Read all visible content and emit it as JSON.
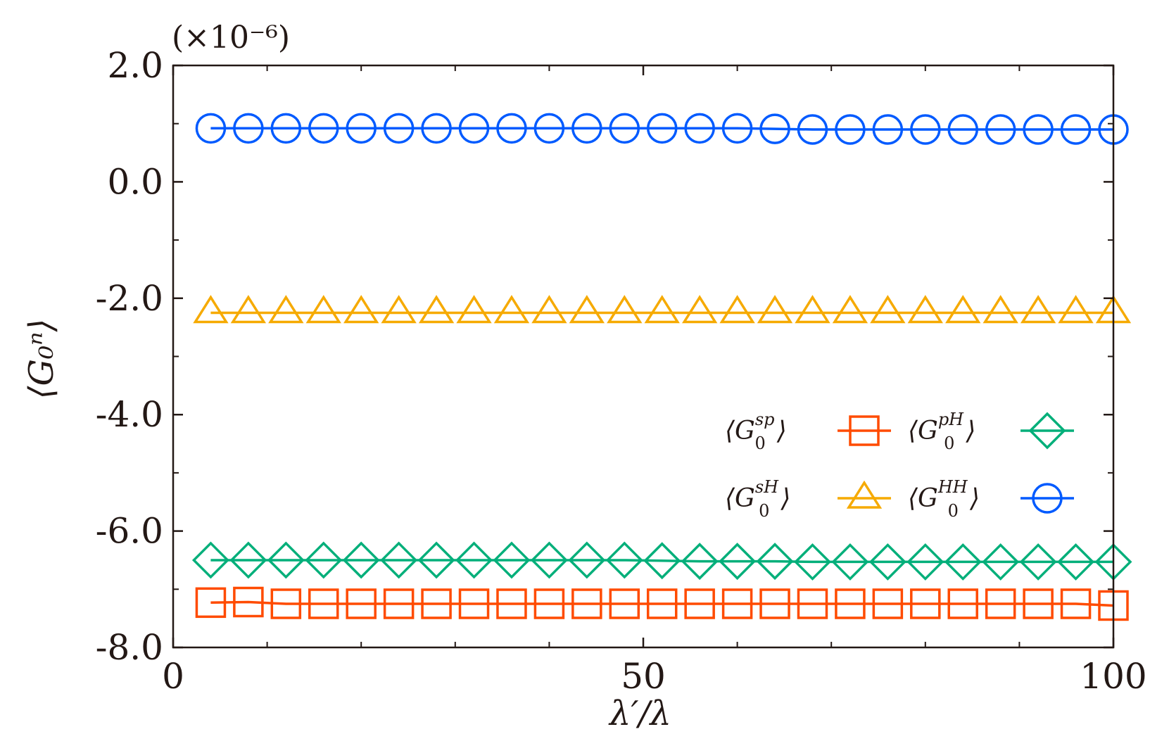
{
  "chart_data": {
    "type": "line",
    "title": "",
    "xlabel": "λ′/λ",
    "ylabel": "⟨G₀ⁿ⟩",
    "scale_label": "(×10⁻⁶)",
    "xlim": [
      0,
      100
    ],
    "ylim": [
      -8.0,
      2.0
    ],
    "xticks": [
      {
        "value": 0,
        "label": "0"
      },
      {
        "value": 50,
        "label": "50"
      },
      {
        "value": 100,
        "label": "100"
      }
    ],
    "yticks": [
      {
        "value": 2.0,
        "label": "2.0"
      },
      {
        "value": 0.0,
        "label": "0.0"
      },
      {
        "value": -2.0,
        "label": "-2.0"
      },
      {
        "value": -4.0,
        "label": "-4.0"
      },
      {
        "value": -6.0,
        "label": "-6.0"
      },
      {
        "value": -8.0,
        "label": "-8.0"
      }
    ],
    "x": [
      4,
      8,
      12,
      16,
      20,
      24,
      28,
      32,
      36,
      40,
      44,
      48,
      52,
      56,
      60,
      64,
      68,
      72,
      76,
      80,
      84,
      88,
      92,
      96,
      100
    ],
    "series": [
      {
        "name": "⟨G₀ˢᵖ⟩",
        "base": "G",
        "sup": "sp",
        "sub": "0",
        "marker": "square",
        "color": "#ff4b00",
        "values": [
          -7.23,
          -7.22,
          -7.25,
          -7.25,
          -7.25,
          -7.25,
          -7.25,
          -7.25,
          -7.25,
          -7.25,
          -7.25,
          -7.25,
          -7.25,
          -7.25,
          -7.25,
          -7.25,
          -7.25,
          -7.25,
          -7.25,
          -7.25,
          -7.25,
          -7.25,
          -7.25,
          -7.25,
          -7.28
        ]
      },
      {
        "name": "⟨G₀ᵖᴴ⟩",
        "base": "G",
        "sup": "pH",
        "sub": "0",
        "marker": "diamond",
        "color": "#03af7a",
        "values": [
          -6.5,
          -6.5,
          -6.5,
          -6.5,
          -6.5,
          -6.5,
          -6.5,
          -6.5,
          -6.5,
          -6.5,
          -6.5,
          -6.5,
          -6.51,
          -6.52,
          -6.52,
          -6.52,
          -6.53,
          -6.53,
          -6.53,
          -6.53,
          -6.53,
          -6.53,
          -6.53,
          -6.53,
          -6.53
        ]
      },
      {
        "name": "⟨G₀ˢᴴ⟩",
        "base": "G",
        "sup": "sH",
        "sub": "0",
        "marker": "triangle",
        "color": "#f6aa00",
        "values": [
          -2.25,
          -2.25,
          -2.25,
          -2.25,
          -2.25,
          -2.25,
          -2.25,
          -2.25,
          -2.25,
          -2.25,
          -2.25,
          -2.25,
          -2.25,
          -2.25,
          -2.25,
          -2.25,
          -2.25,
          -2.25,
          -2.25,
          -2.25,
          -2.25,
          -2.25,
          -2.25,
          -2.25,
          -2.25
        ]
      },
      {
        "name": "⟨G₀ᴴᴴ⟩",
        "base": "G",
        "sup": "HH",
        "sub": "0",
        "marker": "circle",
        "color": "#005aff",
        "values": [
          0.92,
          0.92,
          0.92,
          0.92,
          0.92,
          0.92,
          0.92,
          0.92,
          0.92,
          0.92,
          0.92,
          0.92,
          0.92,
          0.92,
          0.92,
          0.91,
          0.9,
          0.9,
          0.9,
          0.9,
          0.9,
          0.9,
          0.9,
          0.9,
          0.9
        ]
      }
    ],
    "legend": {
      "position": "center-right",
      "order": [
        "⟨G₀ˢᵖ⟩",
        "⟨G₀ᵖᴴ⟩",
        "⟨G₀ˢᴴ⟩",
        "⟨G₀ᴴᴴ⟩"
      ]
    },
    "grid": false
  }
}
